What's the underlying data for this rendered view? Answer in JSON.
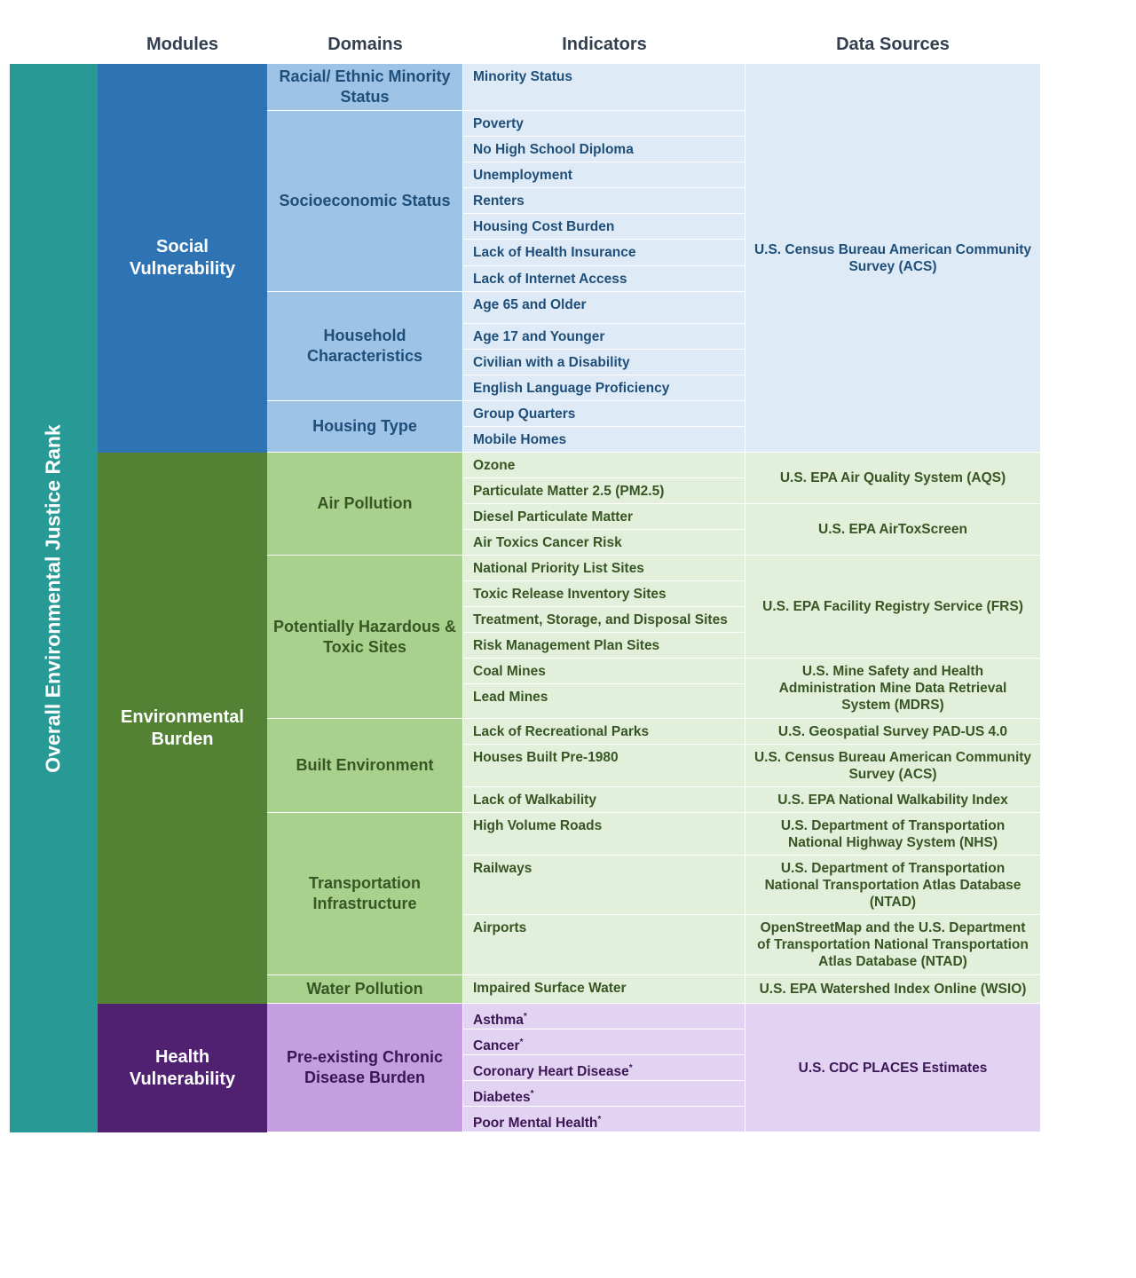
{
  "headers": {
    "modules": "Modules",
    "domains": "Domains",
    "indicators": "Indicators",
    "data_sources": "Data Sources"
  },
  "rank_label": "Overall Environmental Justice Rank",
  "colors": {
    "rank": "#279a96",
    "social_module": "#2e74b5",
    "social_domain": "#9dc3e6",
    "social_light": "#deebf7",
    "social_text": "#1f4e79",
    "env_module": "#548235",
    "env_domain": "#a9d18e",
    "env_light": "#e2efda",
    "env_text": "#375623",
    "health_module": "#4f2170",
    "health_domain": "#c49ee0",
    "health_light": "#e3d3f3",
    "health_text": "#3b1654",
    "header_text": "#333f4f"
  },
  "modules": [
    {
      "id": "social",
      "label": "Social Vulnerability"
    },
    {
      "id": "env",
      "label": "Environmental Burden"
    },
    {
      "id": "health",
      "label": "Health Vulnerability"
    }
  ],
  "domains": [
    {
      "id": "minority",
      "module": "social",
      "label": "Racial/ Ethnic Minority Status"
    },
    {
      "id": "socioeconomic",
      "module": "social",
      "label": "Socioeconomic Status"
    },
    {
      "id": "household",
      "module": "social",
      "label": "Household Characteristics"
    },
    {
      "id": "housing_type",
      "module": "social",
      "label": "Housing Type"
    },
    {
      "id": "air",
      "module": "env",
      "label": "Air Pollution"
    },
    {
      "id": "hazardous",
      "module": "env",
      "label": "Potentially Hazardous & Toxic Sites"
    },
    {
      "id": "built",
      "module": "env",
      "label": "Built Environment"
    },
    {
      "id": "transport",
      "module": "env",
      "label": "Transportation Infrastructure"
    },
    {
      "id": "water",
      "module": "env",
      "label": "Water Pollution"
    },
    {
      "id": "chronic",
      "module": "health",
      "label": "Pre-existing Chronic Disease Burden"
    }
  ],
  "indicators": [
    {
      "module": "social",
      "label": "Minority Status"
    },
    {
      "module": "social",
      "label": "Poverty"
    },
    {
      "module": "social",
      "label": "No High School Diploma"
    },
    {
      "module": "social",
      "label": "Unemployment"
    },
    {
      "module": "social",
      "label": "Renters"
    },
    {
      "module": "social",
      "label": "Housing Cost Burden"
    },
    {
      "module": "social",
      "label": "Lack of Health Insurance"
    },
    {
      "module": "social",
      "label": "Lack of Internet Access"
    },
    {
      "module": "social",
      "label": "Age 65 and Older"
    },
    {
      "module": "social",
      "label": "Age 17 and Younger"
    },
    {
      "module": "social",
      "label": "Civilian with a Disability"
    },
    {
      "module": "social",
      "label": "English Language Proficiency"
    },
    {
      "module": "social",
      "label": "Group Quarters"
    },
    {
      "module": "social",
      "label": "Mobile Homes"
    },
    {
      "module": "env",
      "label": "Ozone"
    },
    {
      "module": "env",
      "label": "Particulate Matter 2.5 (PM2.5)"
    },
    {
      "module": "env",
      "label": "Diesel Particulate Matter"
    },
    {
      "module": "env",
      "label": "Air Toxics Cancer Risk"
    },
    {
      "module": "env",
      "label": "National Priority List Sites"
    },
    {
      "module": "env",
      "label": "Toxic Release Inventory  Sites"
    },
    {
      "module": "env",
      "label": "Treatment, Storage, and Disposal Sites"
    },
    {
      "module": "env",
      "label": "Risk Management Plan Sites"
    },
    {
      "module": "env",
      "label": "Coal Mines"
    },
    {
      "module": "env",
      "label": "Lead Mines"
    },
    {
      "module": "env",
      "label": "Lack of Recreational Parks"
    },
    {
      "module": "env",
      "label": "Houses Built Pre-1980"
    },
    {
      "module": "env",
      "label": "Lack of Walkability"
    },
    {
      "module": "env",
      "label": "High Volume Roads"
    },
    {
      "module": "env",
      "label": "Railways"
    },
    {
      "module": "env",
      "label": "Airports"
    },
    {
      "module": "env",
      "label": "Impaired Surface Water"
    },
    {
      "module": "health",
      "label": "Asthma",
      "mark": "*"
    },
    {
      "module": "health",
      "label": "Cancer",
      "mark": "*"
    },
    {
      "module": "health",
      "label": "Coronary Heart Disease",
      "mark": "*"
    },
    {
      "module": "health",
      "label": "Diabetes",
      "mark": "*"
    },
    {
      "module": "health",
      "label": "Poor Mental Health",
      "mark": "*"
    }
  ],
  "sources": [
    {
      "module": "social",
      "label": "U.S. Census Bureau American Community Survey (ACS)"
    },
    {
      "module": "env",
      "label": "U.S. EPA Air Quality System (AQS)"
    },
    {
      "module": "env",
      "label": "U.S. EPA AirToxScreen"
    },
    {
      "module": "env",
      "label": "U.S. EPA Facility Registry Service (FRS)"
    },
    {
      "module": "env",
      "label": "U.S. Mine Safety and Health Administration Mine Data Retrieval System (MDRS)"
    },
    {
      "module": "env",
      "label": "U.S. Geospatial Survey PAD-US 4.0"
    },
    {
      "module": "env",
      "label": "U.S. Census Bureau American Community Survey (ACS)"
    },
    {
      "module": "env",
      "label": "U.S. EPA National Walkability Index"
    },
    {
      "module": "env",
      "label": "U.S. Department of Transportation National Highway System (NHS)"
    },
    {
      "module": "env",
      "label": "U.S. Department of Transportation National Transportation Atlas Database (NTAD)"
    },
    {
      "module": "env",
      "label": "OpenStreetMap and the U.S. Department of Transportation National Transportation Atlas Database (NTAD)"
    },
    {
      "module": "env",
      "label": "U.S. EPA Watershed Index Online (WSIO)"
    },
    {
      "module": "health",
      "label": "U.S. CDC PLACES Estimates"
    }
  ]
}
